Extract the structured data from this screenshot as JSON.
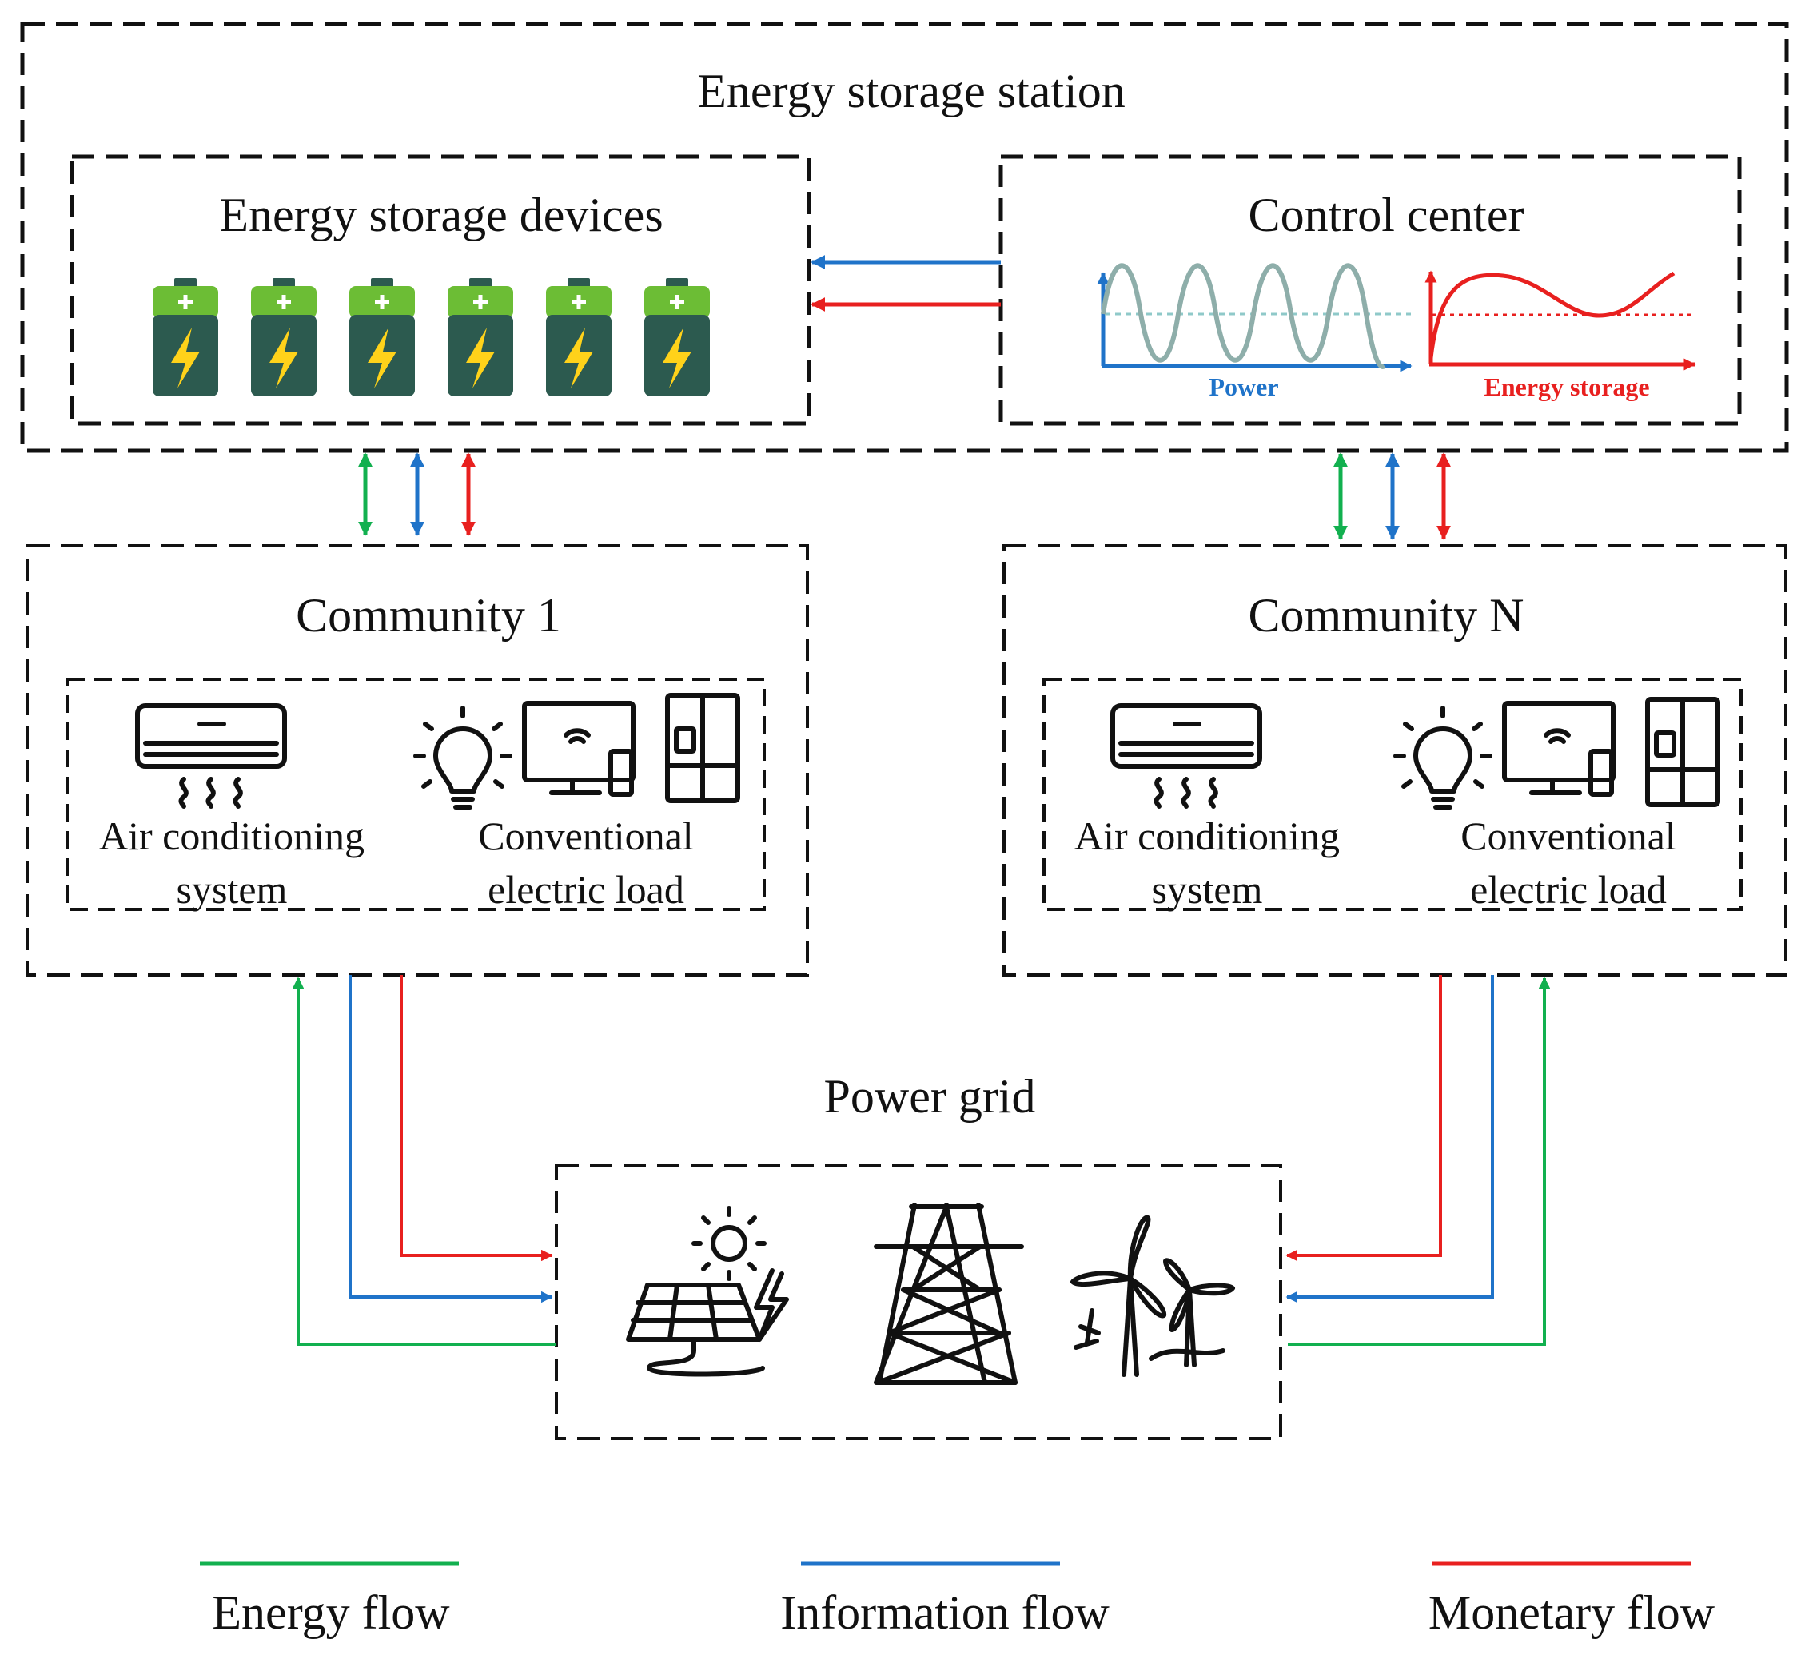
{
  "station": {
    "title": "Energy storage station"
  },
  "devices": {
    "title": "Energy storage devices",
    "battery_count": 6
  },
  "control": {
    "title": "Control center",
    "power_label": "Power",
    "storage_label": "Energy storage"
  },
  "community1": {
    "title": "Community 1",
    "ac_line1": "Air conditioning",
    "ac_line2": "system",
    "load_line1": "Conventional",
    "load_line2": "electric load"
  },
  "communityN": {
    "title": "Community N",
    "ac_line1": "Air conditioning",
    "ac_line2": "system",
    "load_line1": "Conventional",
    "load_line2": "electric load"
  },
  "grid": {
    "title": "Power grid"
  },
  "legend": [
    {
      "label": "Energy flow",
      "color": "#12b04f"
    },
    {
      "label": "Information flow",
      "color": "#1f73c9"
    },
    {
      "label": "Monetary flow",
      "color": "#e8201f"
    }
  ],
  "colors": {
    "energy": "#12b04f",
    "information": "#1f73c9",
    "monetary": "#e8201f",
    "battery_body": "#2c5a4f",
    "battery_cap": "#6cbd35",
    "bolt": "#ffd21a"
  }
}
